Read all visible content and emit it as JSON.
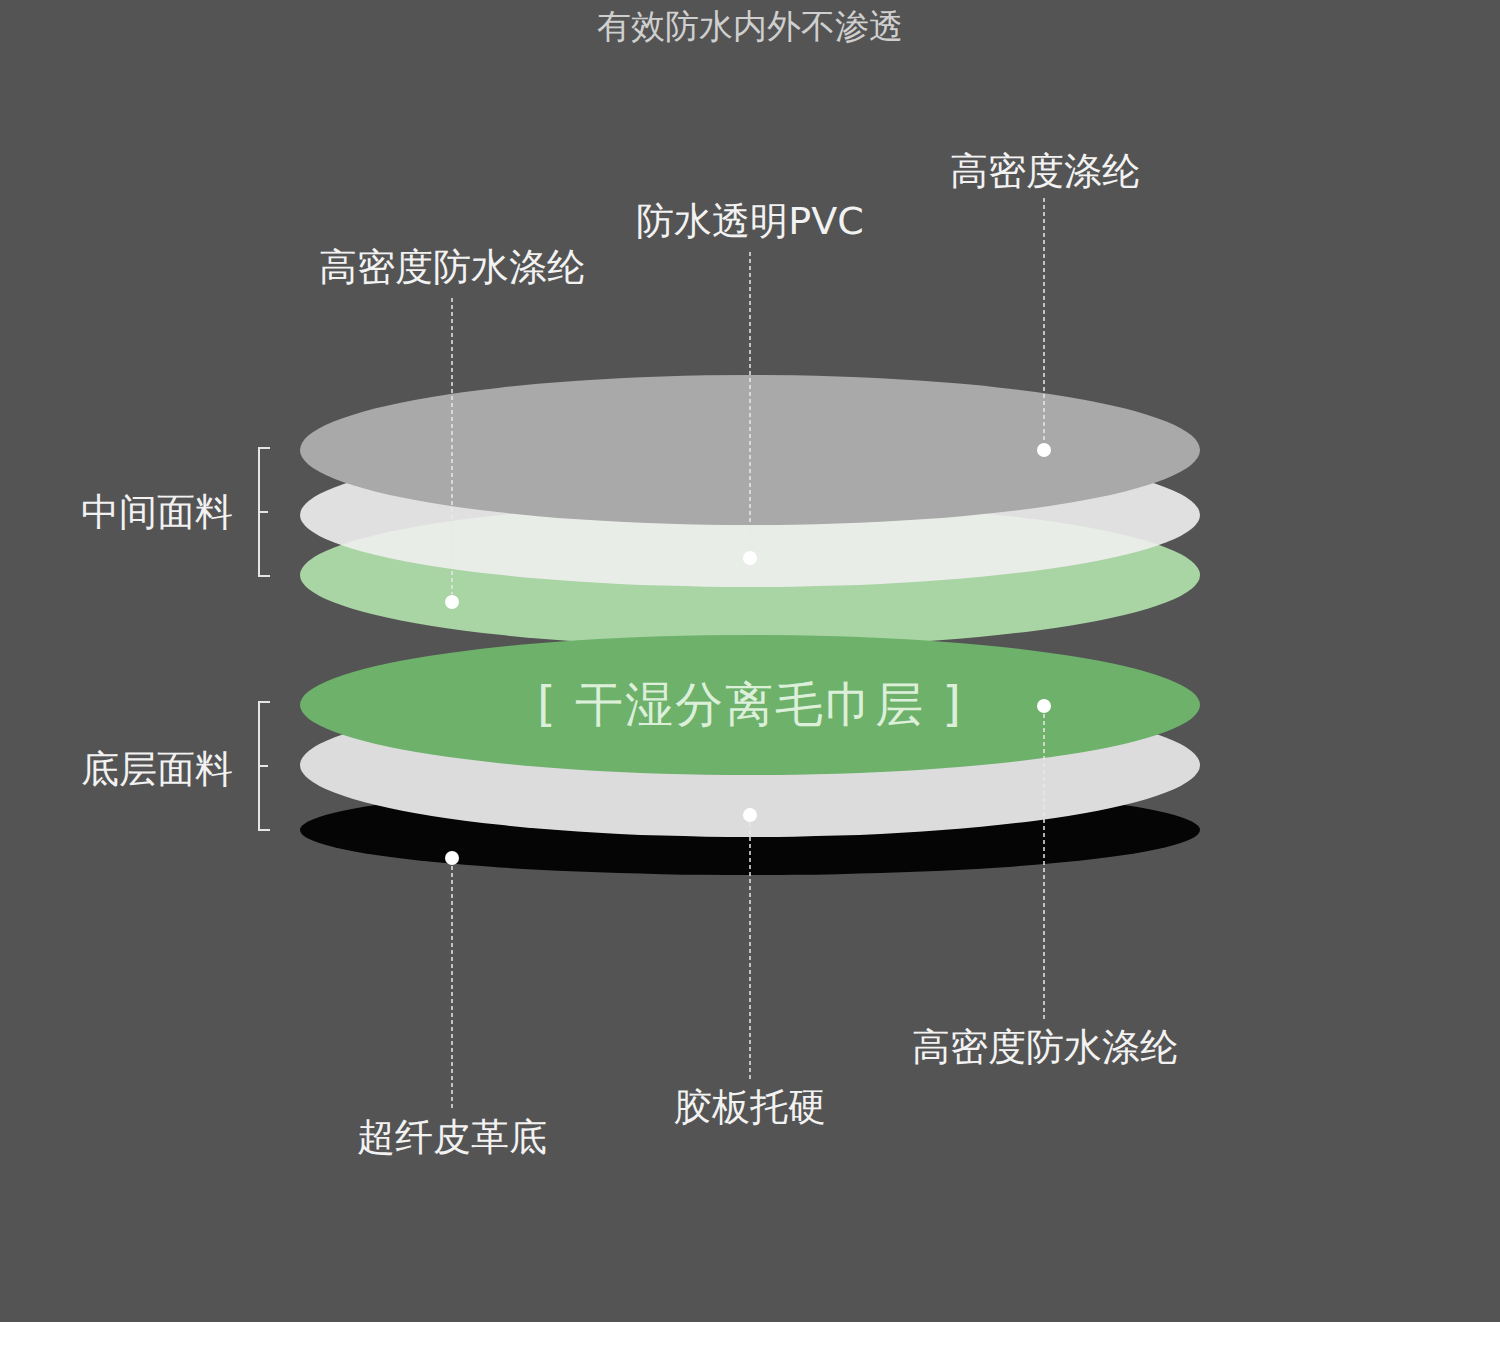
{
  "diagram": {
    "title": "有效防水内外不渗透",
    "nodes": [
      {
        "text": [
          "[ 干湿分离毛巾层 ]"
        ]
      }
    ],
    "labels": [
      "高密度涤纶",
      "防水透明PVC",
      "高密度防水涤纶",
      "中间面料",
      "底层面料",
      "高密度防水涤纶",
      "胶板托硬",
      "超纤皮革底"
    ]
  }
}
